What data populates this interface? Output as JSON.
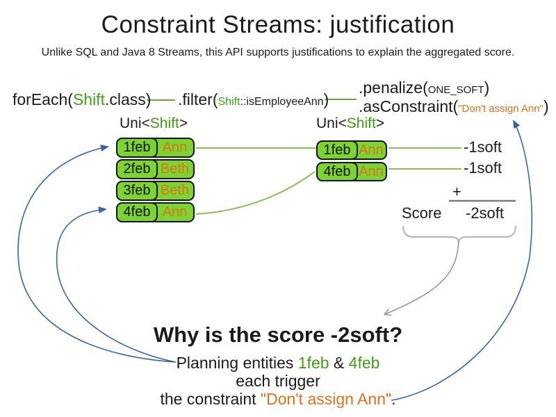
{
  "title": "Constraint Streams: justification",
  "subtitle": "Unlike SQL and Java 8 Streams, this API supports justifications to explain the aggregated score.",
  "code": {
    "foreach_pre": "forEach(",
    "foreach_class": "Shift",
    "foreach_post": ".class)",
    "filter_pre": ".filter(",
    "filter_class": "Shift",
    "filter_method": "::isEmployeeAnn",
    "filter_post": ")",
    "penalize_pre": ".penalize(",
    "penalize_arg": "ONE_SOFT",
    "penalize_post": ")",
    "asconstraint_pre": ".asConstraint(",
    "asconstraint_arg": "\"Don't assign Ann\"",
    "asconstraint_post": ")"
  },
  "left_table": {
    "label_pre": "Uni<",
    "label_type": "Shift",
    "label_post": ">",
    "rows": [
      {
        "date": "1feb",
        "name": "Ann"
      },
      {
        "date": "2feb",
        "name": "Beth"
      },
      {
        "date": "3feb",
        "name": "Beth"
      },
      {
        "date": "4feb",
        "name": "Ann"
      }
    ]
  },
  "right_table": {
    "label_pre": "Uni<",
    "label_type": "Shift",
    "label_post": ">",
    "rows": [
      {
        "date": "1feb",
        "name": "Ann"
      },
      {
        "date": "4feb",
        "name": "Ann"
      }
    ]
  },
  "scores": {
    "items": [
      "-1soft",
      "-1soft"
    ],
    "plus": "+",
    "score_label": "Score",
    "total": "-2soft"
  },
  "explanation": {
    "heading": "Why is the score -2soft?",
    "line1_pre": "Planning entities ",
    "line1_entity1": "1feb",
    "line1_amp": " & ",
    "line1_entity2": "4feb",
    "line2": "each trigger",
    "line3_pre": "the constraint ",
    "line3_quote": "\"Don't assign Ann\"",
    "line3_post": "."
  },
  "colors": {
    "cell_green_fill": "#7cd332",
    "green_text": "#3f9e14",
    "orange_text": "#e0701a",
    "blue_arrow": "#3465a4",
    "gray_arrow": "#8f8f8f",
    "green_connector": "#8cbb57"
  }
}
